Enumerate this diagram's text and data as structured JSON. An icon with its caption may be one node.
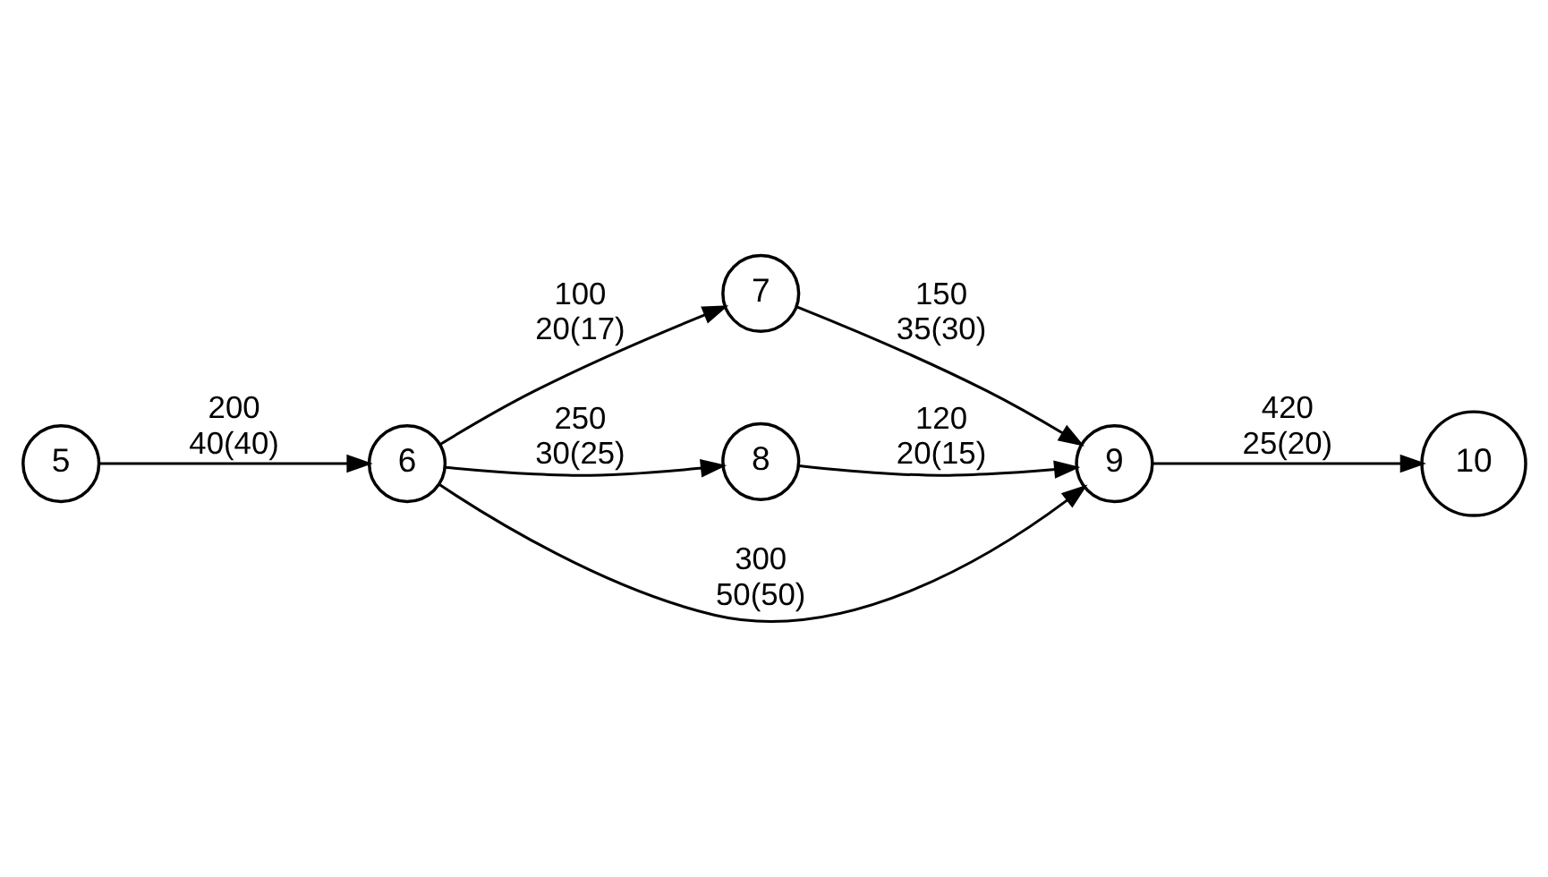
{
  "diagram": {
    "nodes": [
      {
        "text": [
          "5"
        ]
      },
      {
        "text": [
          "6"
        ]
      },
      {
        "text": [
          "7"
        ]
      },
      {
        "text": [
          "8"
        ]
      },
      {
        "text": [
          "9"
        ]
      },
      {
        "text": [
          "10"
        ]
      }
    ],
    "edges": [
      {
        "from": 0,
        "to": 1,
        "arrow": "to",
        "label": "200 40(40)"
      },
      {
        "from": 1,
        "to": 2,
        "arrow": "to",
        "label": "100 20(17)"
      },
      {
        "from": 2,
        "to": 4,
        "arrow": "to",
        "label": "150 35(30)"
      },
      {
        "from": 1,
        "to": 4,
        "arrow": "to",
        "label": "300 50(50)"
      },
      {
        "from": 1,
        "to": 3,
        "arrow": "to",
        "label": "250 30(25)"
      },
      {
        "from": 3,
        "to": 4,
        "arrow": "to",
        "label": "120 20(15)"
      },
      {
        "from": 4,
        "to": 5,
        "arrow": "to",
        "label": "420 25(20)"
      }
    ]
  }
}
